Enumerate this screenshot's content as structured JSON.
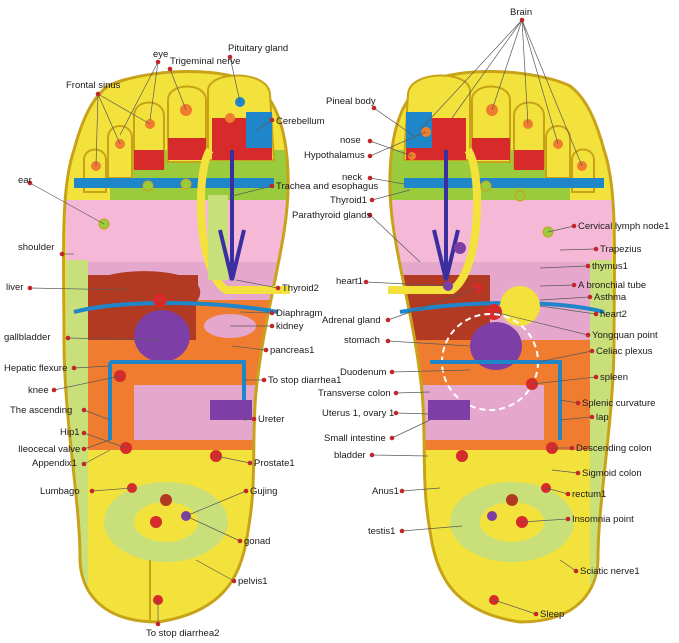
{
  "title": "",
  "colors": {
    "outline": "#c8a31a",
    "yellow": "#f3e23b",
    "sole_green": "#c9e07a",
    "teal": "#1f87c9",
    "pink": "#f5b8d6",
    "orange": "#f07d2f",
    "red": "#d72a2a",
    "purple": "#7d3fa6",
    "dark_red": "#b23a22",
    "label_dot": "#c0262b"
  },
  "left_foot_labels": {
    "eye": "eye",
    "pituitary_gland": "Pituitary gland",
    "trigeminal_nerve": "Trigeminal nerve",
    "frontal_sinus": "Frontal sinus",
    "cerebellum": "Cerebellum",
    "ear": "ear",
    "trachea_esophagus": "Trachea and esophagus",
    "shoulder": "shoulder",
    "liver": "liver",
    "thyroid2": "Thyroid2",
    "diaphragm": "Diaphragm",
    "kidney": "kidney",
    "gallbladder": "gallbladder",
    "pancreas1": "pancreas1",
    "hepatic_flexure": "Hepatic flexure",
    "stop_diarrhea1": "To stop diarrhea1",
    "knee": "knee",
    "ascending": "The ascending",
    "ureter": "Ureter",
    "hip1": "Hip1",
    "ileocecal_valve": "Ileocecal valve",
    "appendix1": "Appendix1",
    "prostate1": "Prostate1",
    "lumbago": "Lumbago",
    "gujing": "Gujing",
    "gonad": "gonad",
    "pelvis1": "pelvis1",
    "stop_diarrhea2": "To stop diarrhea2"
  },
  "right_foot_labels": {
    "brain": "Brain",
    "pineal_body": "Pineal body",
    "nose": "nose",
    "hypothalamus": "Hypothalamus",
    "neck": "neck",
    "thyroid1": "Thyroid1",
    "parathyroid_glands": "Parathyroid glands",
    "cervical_lymph_node1": "Cervical lymph node1",
    "trapezius": "Trapezius",
    "thymus1": "thymus1",
    "heart1": "heart1",
    "bronchial_tube": "A bronchial tube",
    "asthma": "Asthma",
    "adrenal_gland": "Adrenal gland",
    "heart2": "heart2",
    "stomach": "stomach",
    "yongquan_point": "Yongquan point",
    "celiac_plexus": "Celiac plexus",
    "duodenum": "Duodenum",
    "spleen": "spleen",
    "transverse_colon": "Transverse colon",
    "splenic_curvature": "Splenic curvature",
    "uterus_ovary": "Uterus 1, ovary 1",
    "lap": "lap",
    "small_intestine": "Small intestine",
    "descending_colon": "Descending colon",
    "bladder": "bladder",
    "sigmoid_colon": "Sigmoid colon",
    "anus1": "Anus1",
    "rectum1": "rectum1",
    "insomnia_point": "Insomnia point",
    "testis1": "testis1",
    "sciatic_nerve1": "Sciatic nerve1",
    "sleep": "Sleep"
  }
}
